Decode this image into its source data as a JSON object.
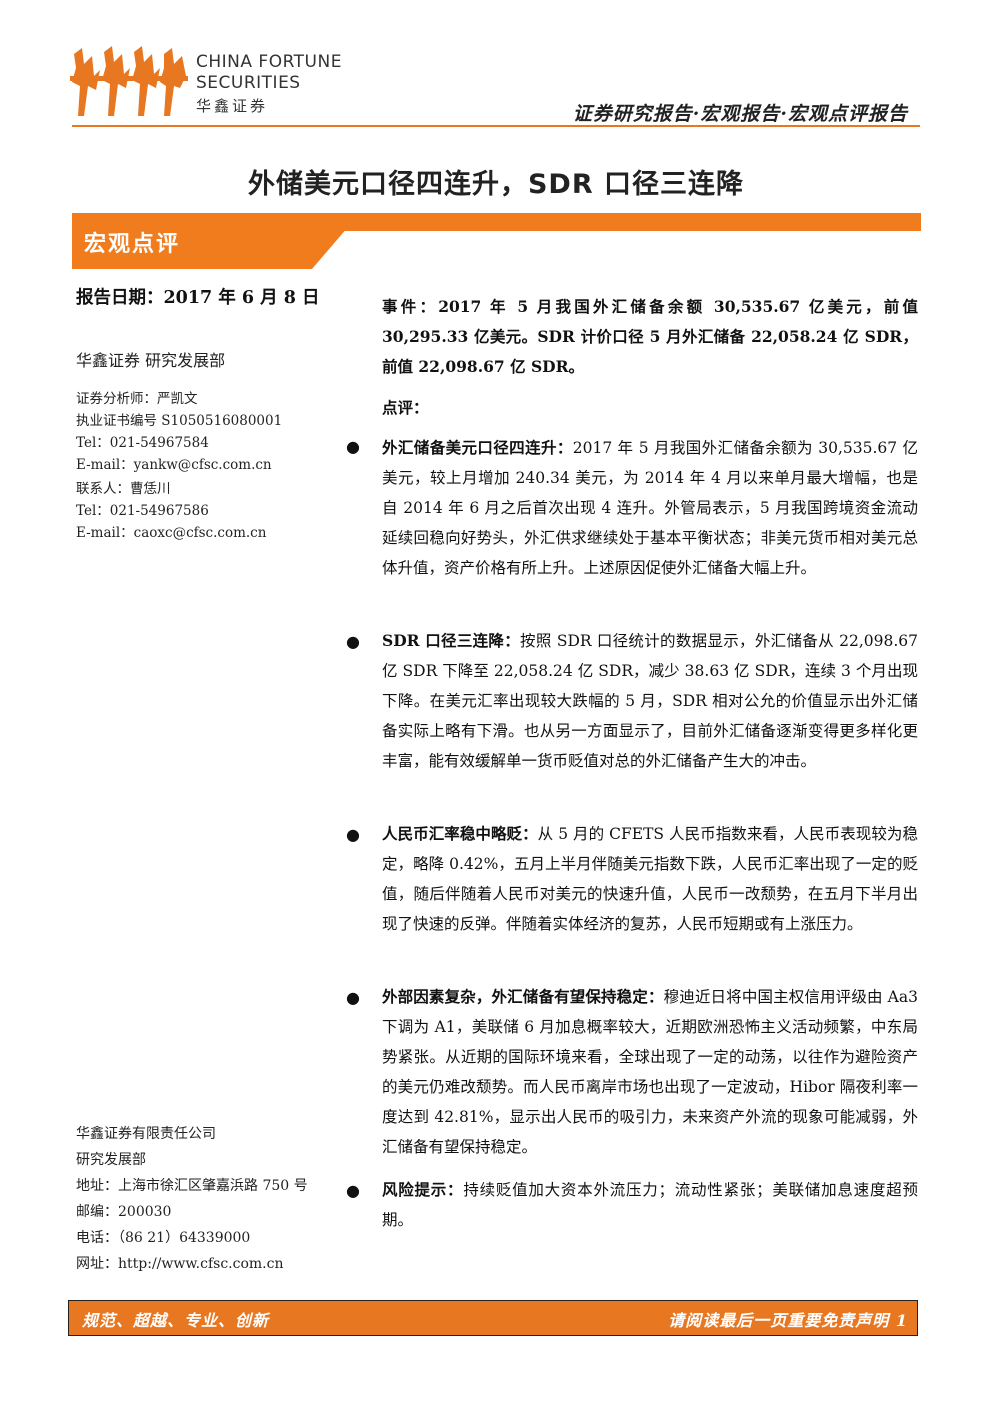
{
  "header": {
    "logo_en_line1": "CHINA FORTUNE",
    "logo_en_line2": "SECURITIES",
    "logo_cn": "华鑫证券",
    "tagline": "证券研究报告·宏观报告·宏观点评报告",
    "accent_color": "#e87722"
  },
  "title": "外储美元口径四连升，SDR 口径三连降",
  "section_label": "宏观点评",
  "left": {
    "report_date": "报告日期：2017 年 6 月 8 日",
    "dept": "华鑫证券 研究发展部",
    "analyst": [
      "证券分析师：严凯文",
      "执业证书编号 S1050516080001",
      "Tel：021-54967584",
      "E-mail：yankw@cfsc.com.cn"
    ],
    "contact": [
      "联系人：曹恁川",
      "Tel：021-54967586",
      "E-mail：caoxc@cfsc.com.cn"
    ],
    "company": [
      "华鑫证券有限责任公司",
      "研究发展部",
      "地址：上海市徐汇区肇嘉浜路 750 号",
      "邮编：200030",
      "电话：（86 21）64339000",
      "网址：http://www.cfsc.com.cn"
    ]
  },
  "event": {
    "label": "事件：",
    "text": "2017 年 5 月我国外汇储备余额 30,535.67 亿美元，前值 30,295.33 亿美元。SDR 计价口径 5 月外汇储备 22,058.24 亿 SDR，前值 22,098.67 亿 SDR。"
  },
  "comment_label": "点评：",
  "bullets": [
    {
      "head": "外汇储备美元口径四连升：",
      "text": "2017 年 5 月我国外汇储备余额为 30,535.67 亿美元，较上月增加 240.34 美元，为 2014 年 4 月以来单月最大增幅，也是自 2014 年 6 月之后首次出现 4 连升。外管局表示，5 月我国跨境资金流动延续回稳向好势头，外汇供求继续处于基本平衡状态；非美元货币相对美元总体升值，资产价格有所上升。上述原因促使外汇储备大幅上升。"
    },
    {
      "head": "SDR 口径三连降：",
      "text": "按照 SDR 口径统计的数据显示，外汇储备从 22,098.67 亿 SDR 下降至 22,058.24 亿 SDR，减少 38.63 亿 SDR，连续 3 个月出现下降。在美元汇率出现较大跌幅的 5 月，SDR 相对公允的价值显示出外汇储备实际上略有下滑。也从另一方面显示了，目前外汇储备逐渐变得更多样化更丰富，能有效缓解单一货币贬值对总的外汇储备产生大的冲击。"
    },
    {
      "head": "人民币汇率稳中略贬：",
      "text": "从 5 月的 CFETS 人民币指数来看，人民币表现较为稳定，略降 0.42%，五月上半月伴随美元指数下跌，人民币汇率出现了一定的贬值，随后伴随着人民币对美元的快速升值，人民币一改颓势，在五月下半月出现了快速的反弹。伴随着实体经济的复苏，人民币短期或有上涨压力。"
    },
    {
      "head": "外部因素复杂，外汇储备有望保持稳定：",
      "text": "穆迪近日将中国主权信用评级由 Aa3 下调为 A1，美联储 6 月加息概率较大，近期欧洲恐怖主义活动频繁，中东局势紧张。从近期的国际环境来看，全球出现了一定的动荡，以往作为避险资产的美元仍难改颓势。而人民币离岸市场也出现了一定波动，Hibor 隔夜利率一度达到 42.81%，显示出人民币的吸引力，未来资产外流的现象可能减弱，外汇储备有望保持稳定。"
    },
    {
      "head": "风险提示：",
      "text": "持续贬值加大资本外流压力；流动性紧张；美联储加息速度超预期。"
    }
  ],
  "footer": {
    "left": "规范、超越、专业、创新",
    "right": "请阅读最后一页重要免责声明 1"
  }
}
